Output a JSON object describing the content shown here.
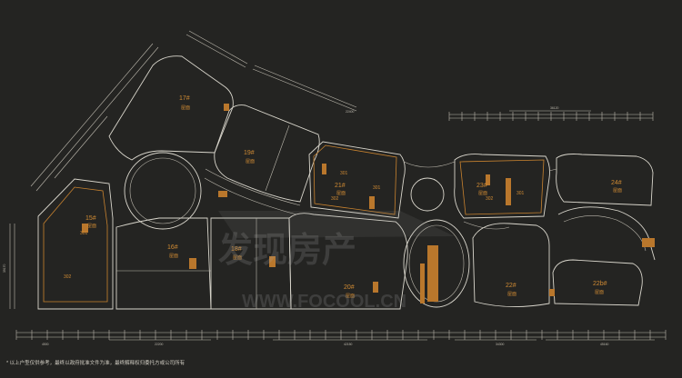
{
  "buildings": [
    {
      "id": "b17",
      "name": "17#",
      "sub": "屋面"
    },
    {
      "id": "b19",
      "name": "19#",
      "sub": "屋面"
    },
    {
      "id": "b21",
      "name": "21#",
      "sub": "屋面"
    },
    {
      "id": "b23",
      "name": "23#",
      "sub": "屋面"
    },
    {
      "id": "b24",
      "name": "24#",
      "sub": "屋面"
    },
    {
      "id": "b15",
      "name": "15#",
      "sub": "屋面"
    },
    {
      "id": "b16",
      "name": "16#",
      "sub": "屋面"
    },
    {
      "id": "b18",
      "name": "18#",
      "sub": "屋面"
    },
    {
      "id": "b20",
      "name": "20#",
      "sub": "屋面"
    },
    {
      "id": "b22",
      "name": "22#",
      "sub": "屋面"
    },
    {
      "id": "b22b",
      "name": "22b#",
      "sub": "屋面"
    }
  ],
  "rooms": [
    "301",
    "302",
    "301",
    "302",
    "301",
    "302",
    "301"
  ],
  "watermark": {
    "main": "发现房产",
    "sub": "WWW.FOCOOL.CN"
  },
  "footnote": "* 以上户型仅供参考，最终以政府批准文件为准，最终解释权归委托方或公司所有"
}
